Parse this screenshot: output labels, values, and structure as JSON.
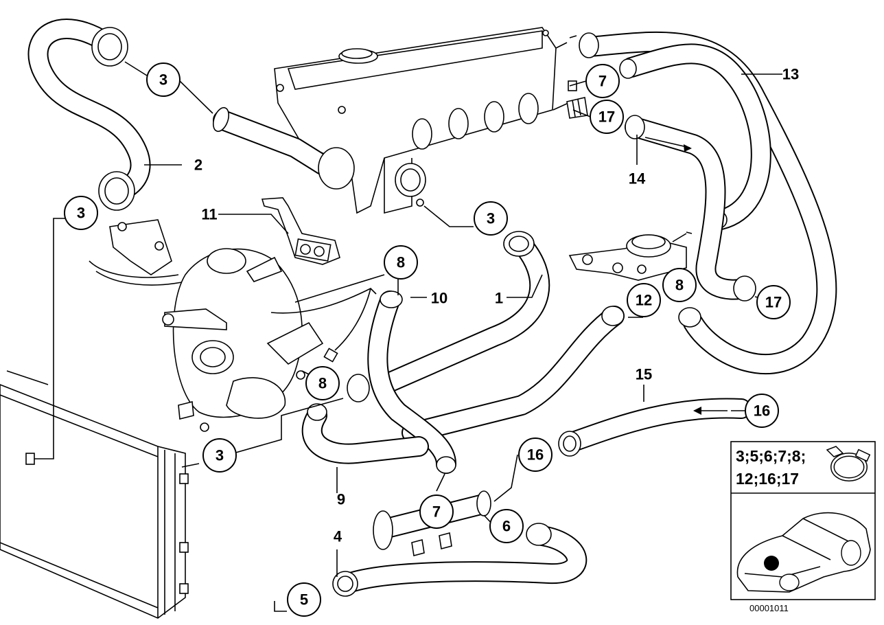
{
  "diagram_code": "00001011",
  "callouts": [
    {
      "id": "c3a",
      "label": "3"
    },
    {
      "id": "c2",
      "label": "2"
    },
    {
      "id": "c3b",
      "label": "3"
    },
    {
      "id": "c11",
      "label": "11"
    },
    {
      "id": "c3c",
      "label": "3"
    },
    {
      "id": "c8a",
      "label": "8"
    },
    {
      "id": "c10",
      "label": "10"
    },
    {
      "id": "c1",
      "label": "1"
    },
    {
      "id": "c7a",
      "label": "7"
    },
    {
      "id": "c17a",
      "label": "17"
    },
    {
      "id": "c13",
      "label": "13"
    },
    {
      "id": "c14",
      "label": "14"
    },
    {
      "id": "c12",
      "label": "12"
    },
    {
      "id": "c8b",
      "label": "8"
    },
    {
      "id": "c17b",
      "label": "17"
    },
    {
      "id": "c8c",
      "label": "8"
    },
    {
      "id": "c3d",
      "label": "3"
    },
    {
      "id": "c9",
      "label": "9"
    },
    {
      "id": "c7b",
      "label": "7"
    },
    {
      "id": "c16a",
      "label": "16"
    },
    {
      "id": "c15",
      "label": "15"
    },
    {
      "id": "c16b",
      "label": "16"
    },
    {
      "id": "c6",
      "label": "6"
    },
    {
      "id": "c4",
      "label": "4"
    },
    {
      "id": "c5",
      "label": "5"
    }
  ],
  "legend": {
    "line1": "3;5;6;7;8;",
    "line2": "12;16;17",
    "icon": "hose-clamp-icon",
    "car_icon": "car-location-icon"
  }
}
